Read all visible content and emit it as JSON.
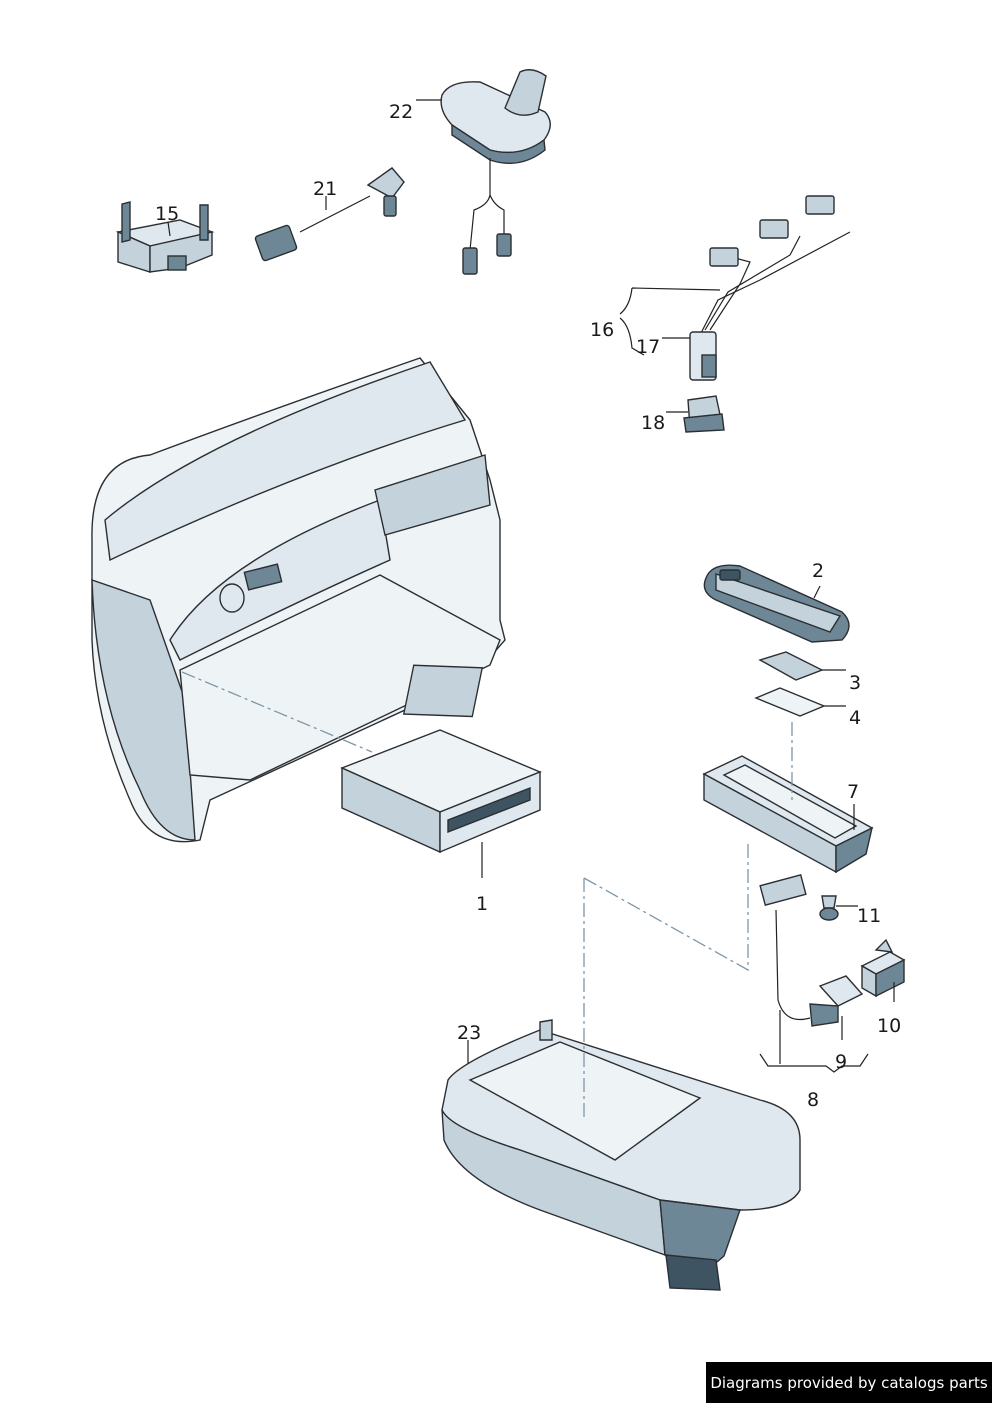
{
  "labels": {
    "p1": "1",
    "p2": "2",
    "p3": "3",
    "p4": "4",
    "p7": "7",
    "p8": "8",
    "p9": "9",
    "p10": "10",
    "p11": "11",
    "p15": "15",
    "p16": "16",
    "p17": "17",
    "p18": "18",
    "p21": "21",
    "p22": "22",
    "p23": "23"
  },
  "footer": {
    "text": "Diagrams provided by catalogs parts"
  },
  "colors": {
    "part_body": "#dfe8ee",
    "part_shadow": "#6e8796",
    "part_dark": "#3f5463",
    "leader_line": "#222222",
    "dash_line": "#7f96a6",
    "banner_bg": "#000000",
    "banner_text": "#ffffff"
  }
}
